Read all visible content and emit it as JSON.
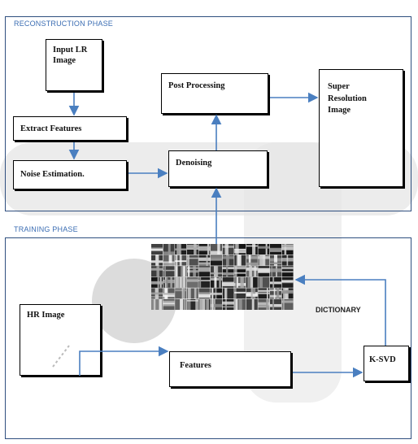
{
  "reconstruction": {
    "title": "RECONSTRUCTION PHASE",
    "input_lr": "Input LR Image",
    "extract_features": "Extract Features",
    "noise_estimation": "Noise Estimation.",
    "denoising": "Denoising",
    "post_processing": "Post Processing",
    "super_resolution": "Super Resolution Image"
  },
  "training": {
    "title": "TRAINING PHASE",
    "hr_image": "HR Image",
    "features": "Features",
    "ksvd": "K-SVD",
    "dictionary": "DICTIONARY"
  },
  "colors": {
    "frame": "#2f4f7f",
    "arrow": "#4a7fc0",
    "title": "#3b6db3"
  }
}
